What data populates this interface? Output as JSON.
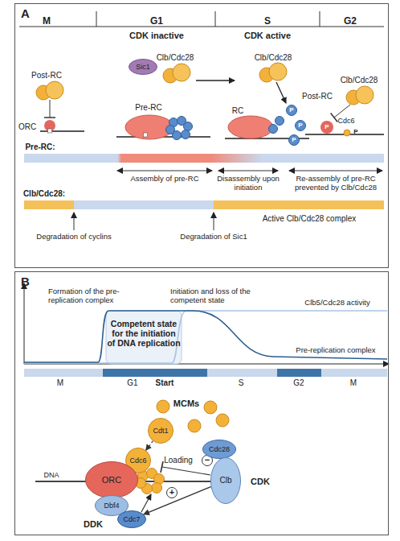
{
  "diagram": {
    "nodes": [
      {
        "text": [
          "A"
        ]
      },
      {
        "text": [
          "Sic1"
        ],
        "in": 0
      },
      {
        "text": [
          "B"
        ]
      },
      {
        "text": [
          "Cdt1"
        ],
        "in": 2
      },
      {
        "text": [
          "Cdc6"
        ],
        "in": 2
      },
      {
        "text": [
          "ORC"
        ],
        "in": 2
      },
      {
        "text": [
          "Dbf4"
        ],
        "in": 2
      },
      {
        "text": [
          "Cdc7"
        ],
        "in": 2
      },
      {
        "text": [
          "Cdc28"
        ],
        "in": 2
      },
      {
        "text": [
          "Clb"
        ],
        "in": 2
      }
    ],
    "edges": [
      {
        "from": 3,
        "to": 4,
        "arrow": "to"
      },
      {
        "from": 9,
        "to": 7,
        "arrow": "to"
      }
    ],
    "labels": [
      "M",
      "G1",
      "S",
      "G2",
      "CDK inactive",
      "CDK active",
      "Post-RC",
      "ORC",
      "Clb/Cdc28",
      "Pre-RC",
      "Clb/Cdc28",
      "RC",
      "P",
      "P",
      "P",
      "Clb/Cdc28",
      "Post-RC",
      "P",
      "Cdc6",
      "P",
      "Pre-RC:",
      "Assembly of pre-RC",
      "Disassembly upon initiation",
      "Re-assembly of pre-RC prevented by Clb/Cdc28",
      "Clb/Cdc28:",
      "Degradation of cyclins",
      "Degradation of Sic1",
      "Active Clb/Cdc28 complex",
      "Formation of the pre-replication complex",
      "Initiation and loss of the competent state",
      "Clb5/Cdc28 activity",
      "Competent state for the initiation of DNA replication",
      "Pre-replication complex",
      "M",
      "G1",
      "Start",
      "S",
      "G2",
      "M",
      "MCMs",
      "DNA",
      "DDK",
      "CDK",
      "Loading",
      "−",
      "+"
    ]
  }
}
